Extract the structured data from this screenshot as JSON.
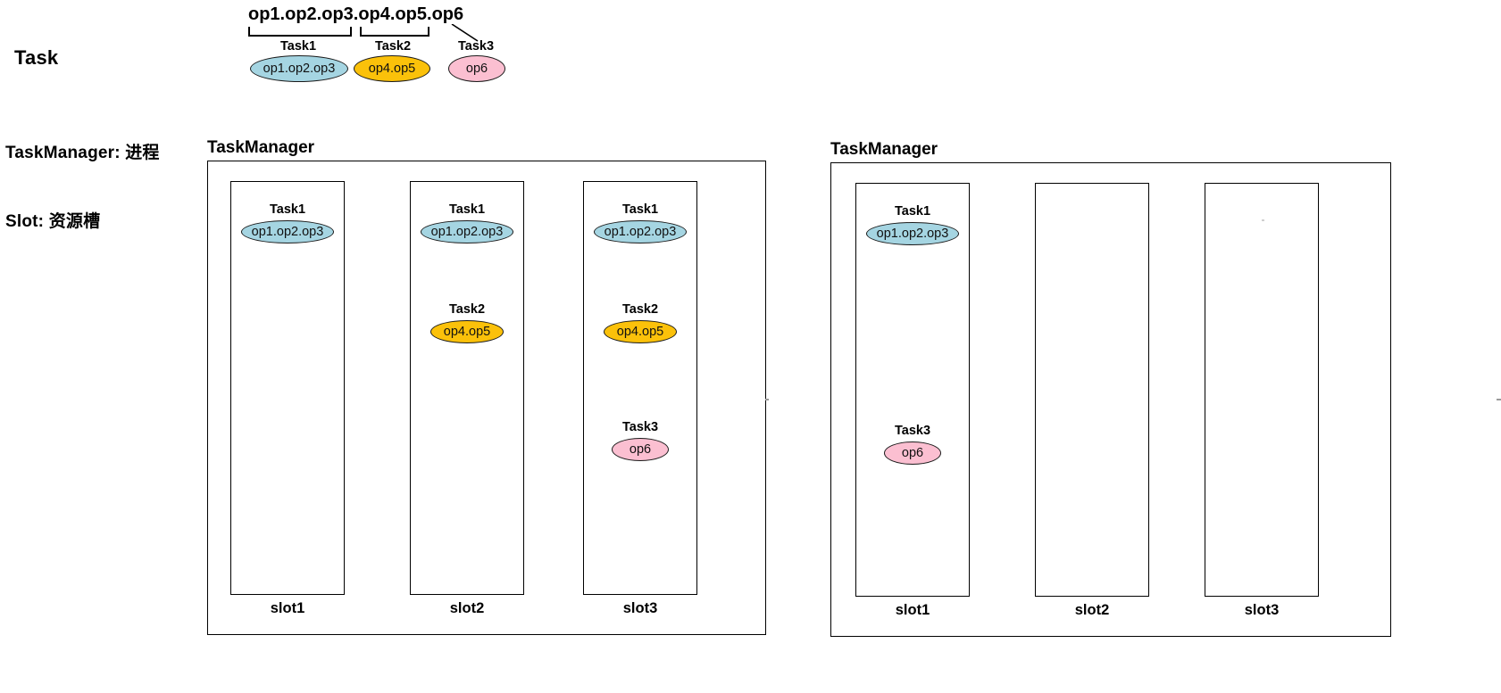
{
  "row_labels": {
    "task": "Task",
    "taskmanager": "TaskManager: 进程",
    "slot": "Slot: 资源槽"
  },
  "task_diagram": {
    "op_chain": "op1.op2.op3.op4.op5.op6",
    "tasks": [
      {
        "name": "Task1",
        "ops": "op1.op2.op3",
        "color": "#a5d5e2"
      },
      {
        "name": "Task2",
        "ops": "op4.op5",
        "color": "#fbc10a"
      },
      {
        "name": "Task3",
        "ops": "op6",
        "color": "#fbbfd1"
      }
    ]
  },
  "taskmanagers": [
    {
      "title": "TaskManager",
      "slots": [
        {
          "caption": "slot1",
          "tasks": [
            {
              "name": "Task1",
              "ops": "op1.op2.op3",
              "color": "#a5d5e2"
            }
          ]
        },
        {
          "caption": "slot2",
          "tasks": [
            {
              "name": "Task1",
              "ops": "op1.op2.op3",
              "color": "#a5d5e2"
            },
            {
              "name": "Task2",
              "ops": "op4.op5",
              "color": "#fbc10a"
            }
          ]
        },
        {
          "caption": "slot3",
          "tasks": [
            {
              "name": "Task1",
              "ops": "op1.op2.op3",
              "color": "#a5d5e2"
            },
            {
              "name": "Task2",
              "ops": "op4.op5",
              "color": "#fbc10a"
            },
            {
              "name": "Task3",
              "ops": "op6",
              "color": "#fbbfd1"
            }
          ]
        }
      ]
    },
    {
      "title": "TaskManager",
      "slots": [
        {
          "caption": "slot1",
          "tasks": [
            {
              "name": "Task1",
              "ops": "op1.op2.op3",
              "color": "#a5d5e2"
            },
            {
              "name": "Task3",
              "ops": "op6",
              "color": "#fbbfd1"
            }
          ]
        },
        {
          "caption": "slot2",
          "tasks": []
        },
        {
          "caption": "slot3",
          "tasks": []
        }
      ]
    }
  ],
  "colors": {
    "op_blue": "#a5d5e2",
    "op_gold": "#fbc10a",
    "op_pink": "#fbbfd1",
    "outline": "#000000",
    "background": "#ffffff"
  }
}
